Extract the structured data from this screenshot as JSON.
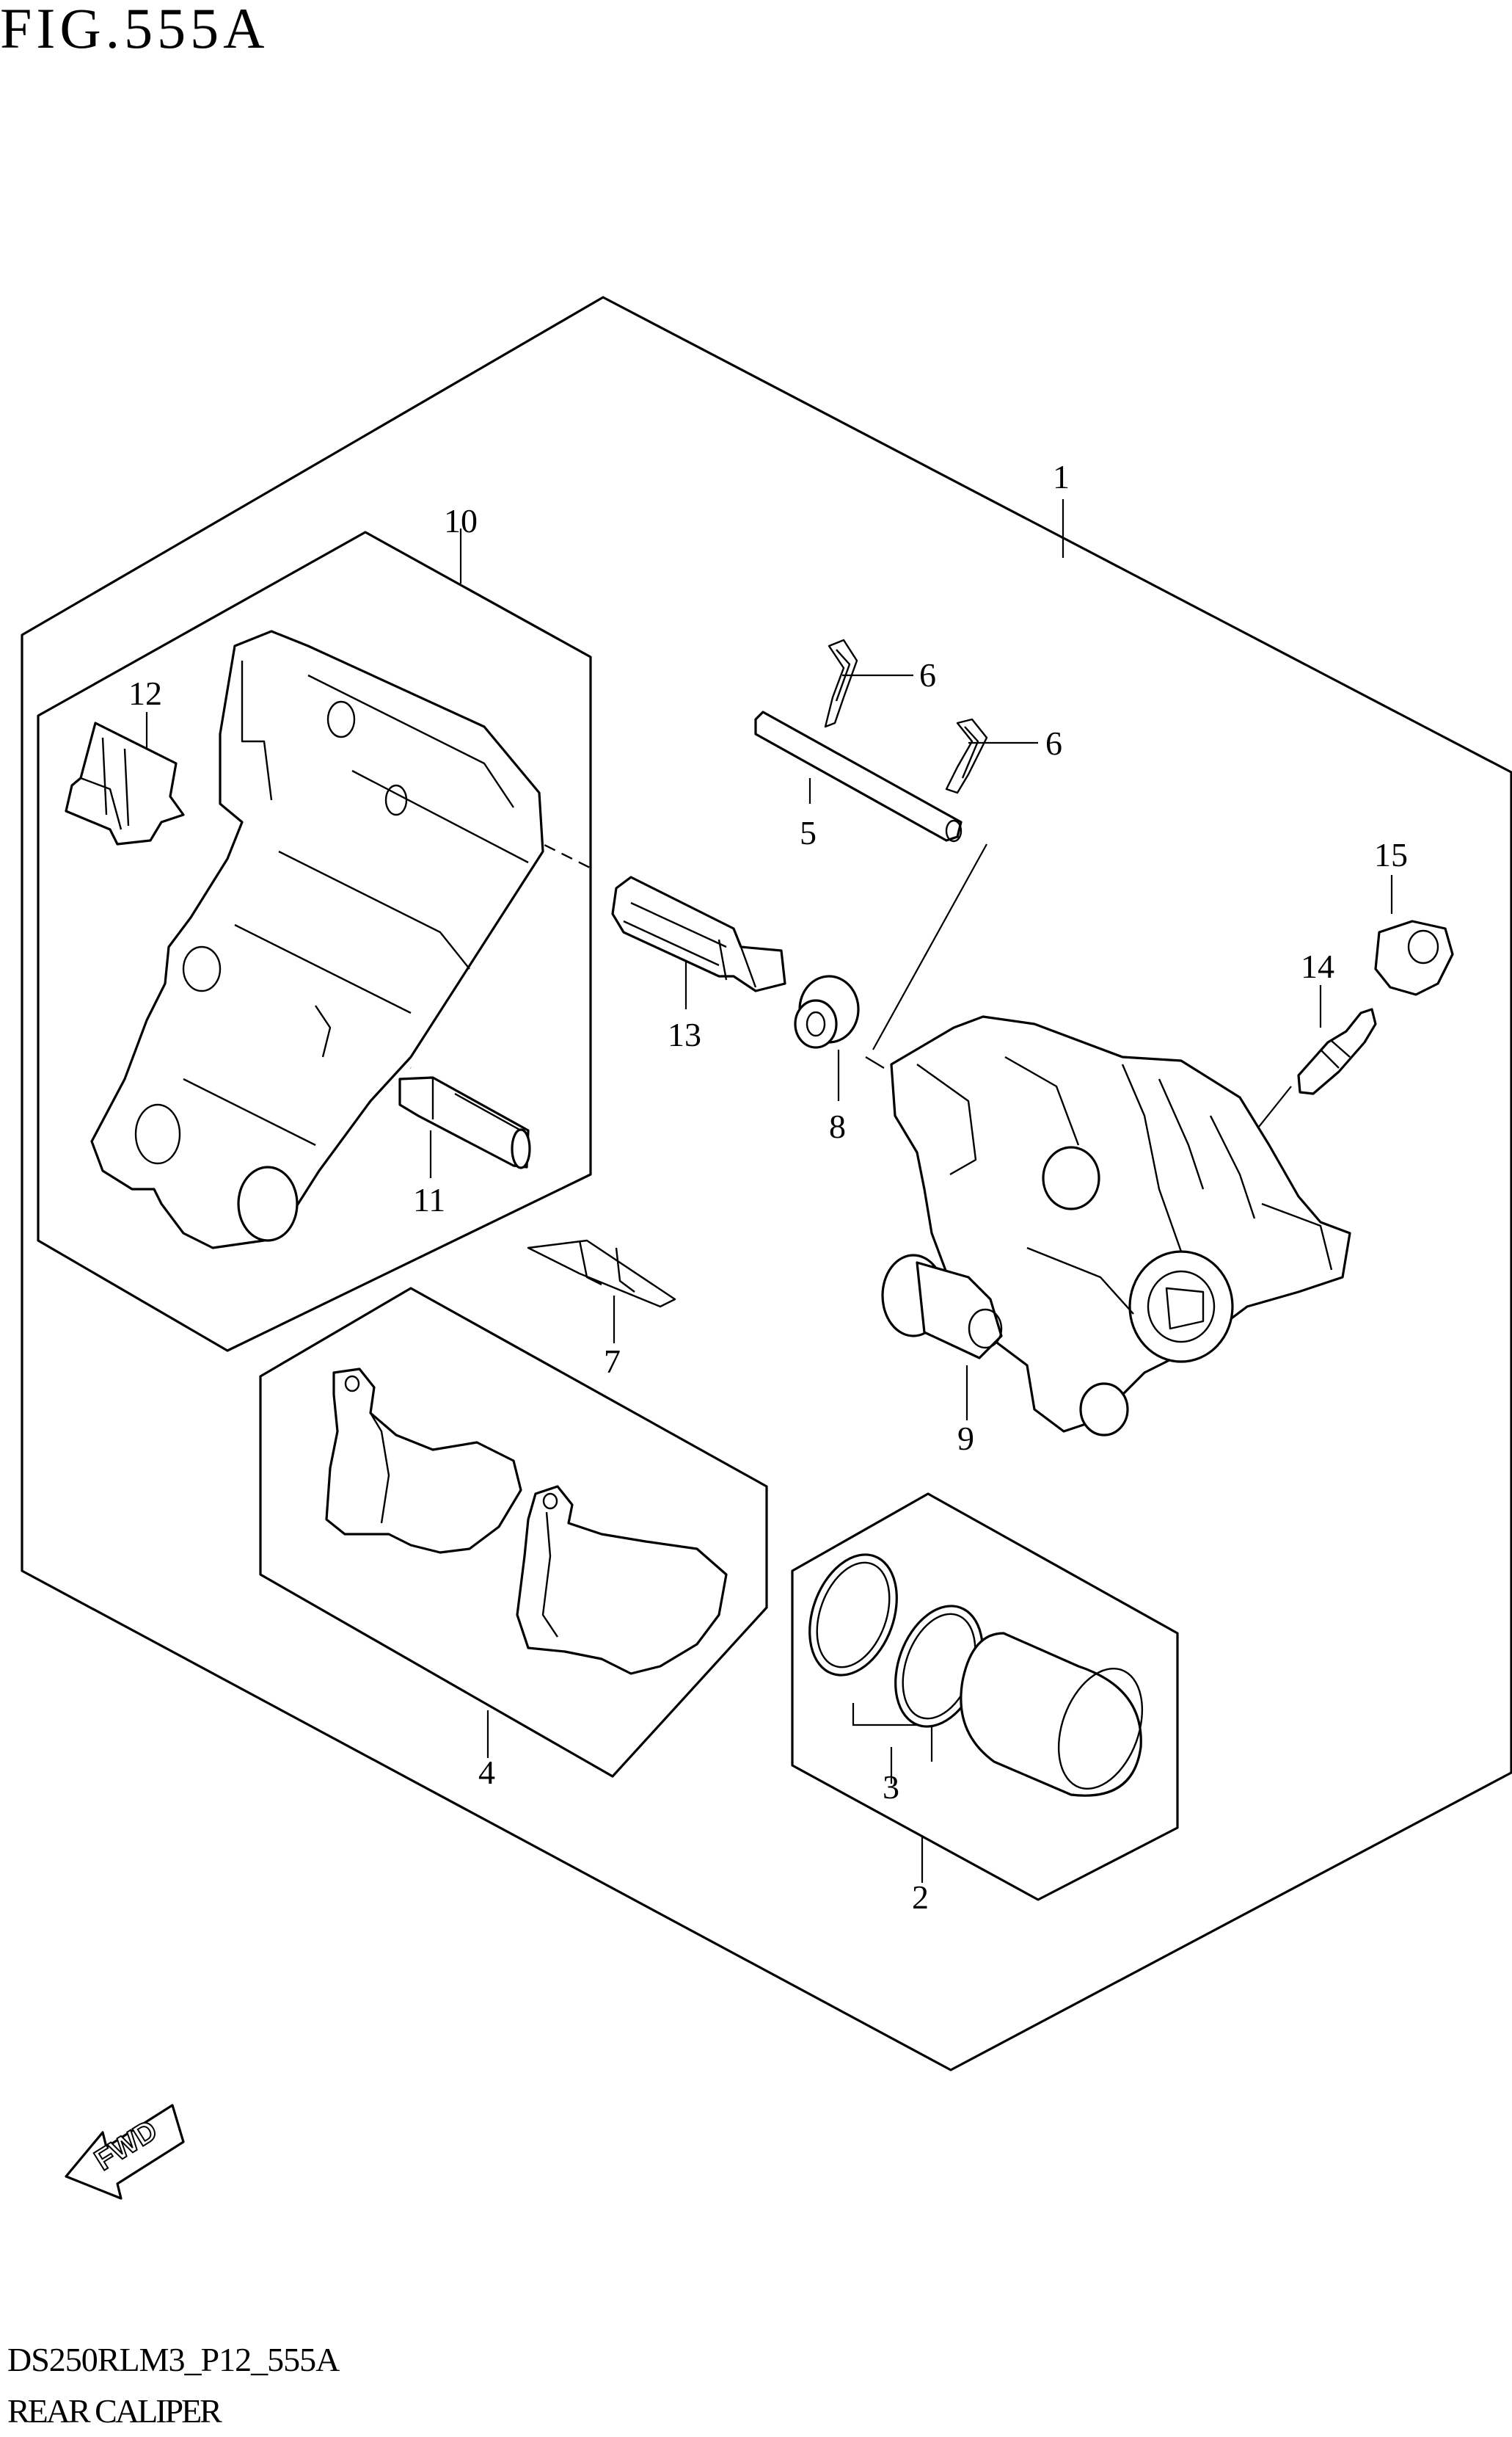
{
  "figure": {
    "title": "FIG.555A",
    "model_code": "DS250RLM3_P12_555A",
    "section_name": "REAR CALIPER"
  },
  "direction_badge": {
    "label": "FWD"
  },
  "callouts": [
    "1",
    "2",
    "3",
    "4",
    "5",
    "6",
    "6",
    "7",
    "8",
    "9",
    "10",
    "11",
    "12",
    "13",
    "14",
    "15"
  ]
}
